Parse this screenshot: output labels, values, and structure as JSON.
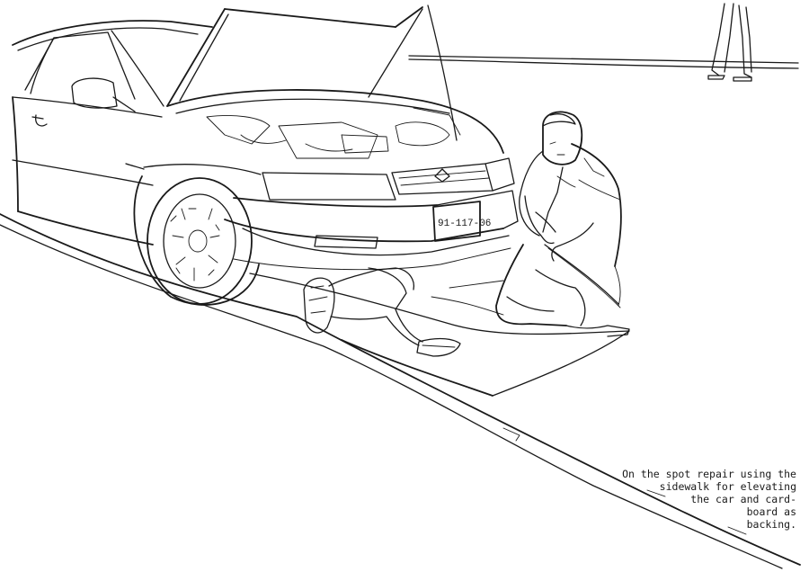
{
  "illustration": {
    "plate_number": "91-117-06",
    "caption_lines": [
      "On the spot repair using the",
      "sidewalk for elevating",
      "the car and card-",
      "board as",
      "backing."
    ]
  }
}
